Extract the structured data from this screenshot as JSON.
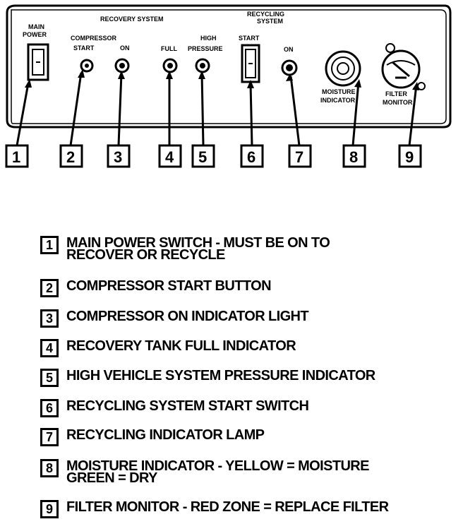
{
  "panel": {
    "section_recovery": "RECOVERY SYSTEM",
    "section_recycling_1": "RECYCLING",
    "section_recycling_2": "SYSTEM",
    "main_power_1": "MAIN",
    "main_power_2": "POWER",
    "compressor_1": "COMPRESSOR",
    "compressor_start": "START",
    "compressor_on": "ON",
    "full": "FULL",
    "high_1": "HIGH",
    "high_2": "PRESSURE",
    "recycle_start": "START",
    "recycle_on": "ON",
    "moisture_1": "MOISTURE",
    "moisture_2": "INDICATOR",
    "filter_1": "FILTER",
    "filter_2": "MONITOR"
  },
  "callouts": [
    "1",
    "2",
    "3",
    "4",
    "5",
    "6",
    "7",
    "8",
    "9"
  ],
  "legend": [
    {
      "num": "1",
      "line1": "MAIN POWER SWITCH - MUST BE ON TO",
      "line2": "RECOVER OR RECYCLE"
    },
    {
      "num": "2",
      "line1": "COMPRESSOR START BUTTON",
      "line2": ""
    },
    {
      "num": "3",
      "line1": "COMPRESSOR ON INDICATOR LIGHT",
      "line2": ""
    },
    {
      "num": "4",
      "line1": "RECOVERY TANK FULL INDICATOR",
      "line2": ""
    },
    {
      "num": "5",
      "line1": "HIGH VEHICLE SYSTEM PRESSURE INDICATOR",
      "line2": ""
    },
    {
      "num": "6",
      "line1": "RECYCLING SYSTEM START SWITCH",
      "line2": ""
    },
    {
      "num": "7",
      "line1": "RECYCLING INDICATOR LAMP",
      "line2": ""
    },
    {
      "num": "8",
      "line1": "MOISTURE INDICATOR - YELLOW = MOISTURE",
      "line2": "GREEN = DRY"
    },
    {
      "num": "9",
      "line1": "FILTER MONITOR - RED ZONE = REPLACE FILTER",
      "line2": ""
    }
  ]
}
